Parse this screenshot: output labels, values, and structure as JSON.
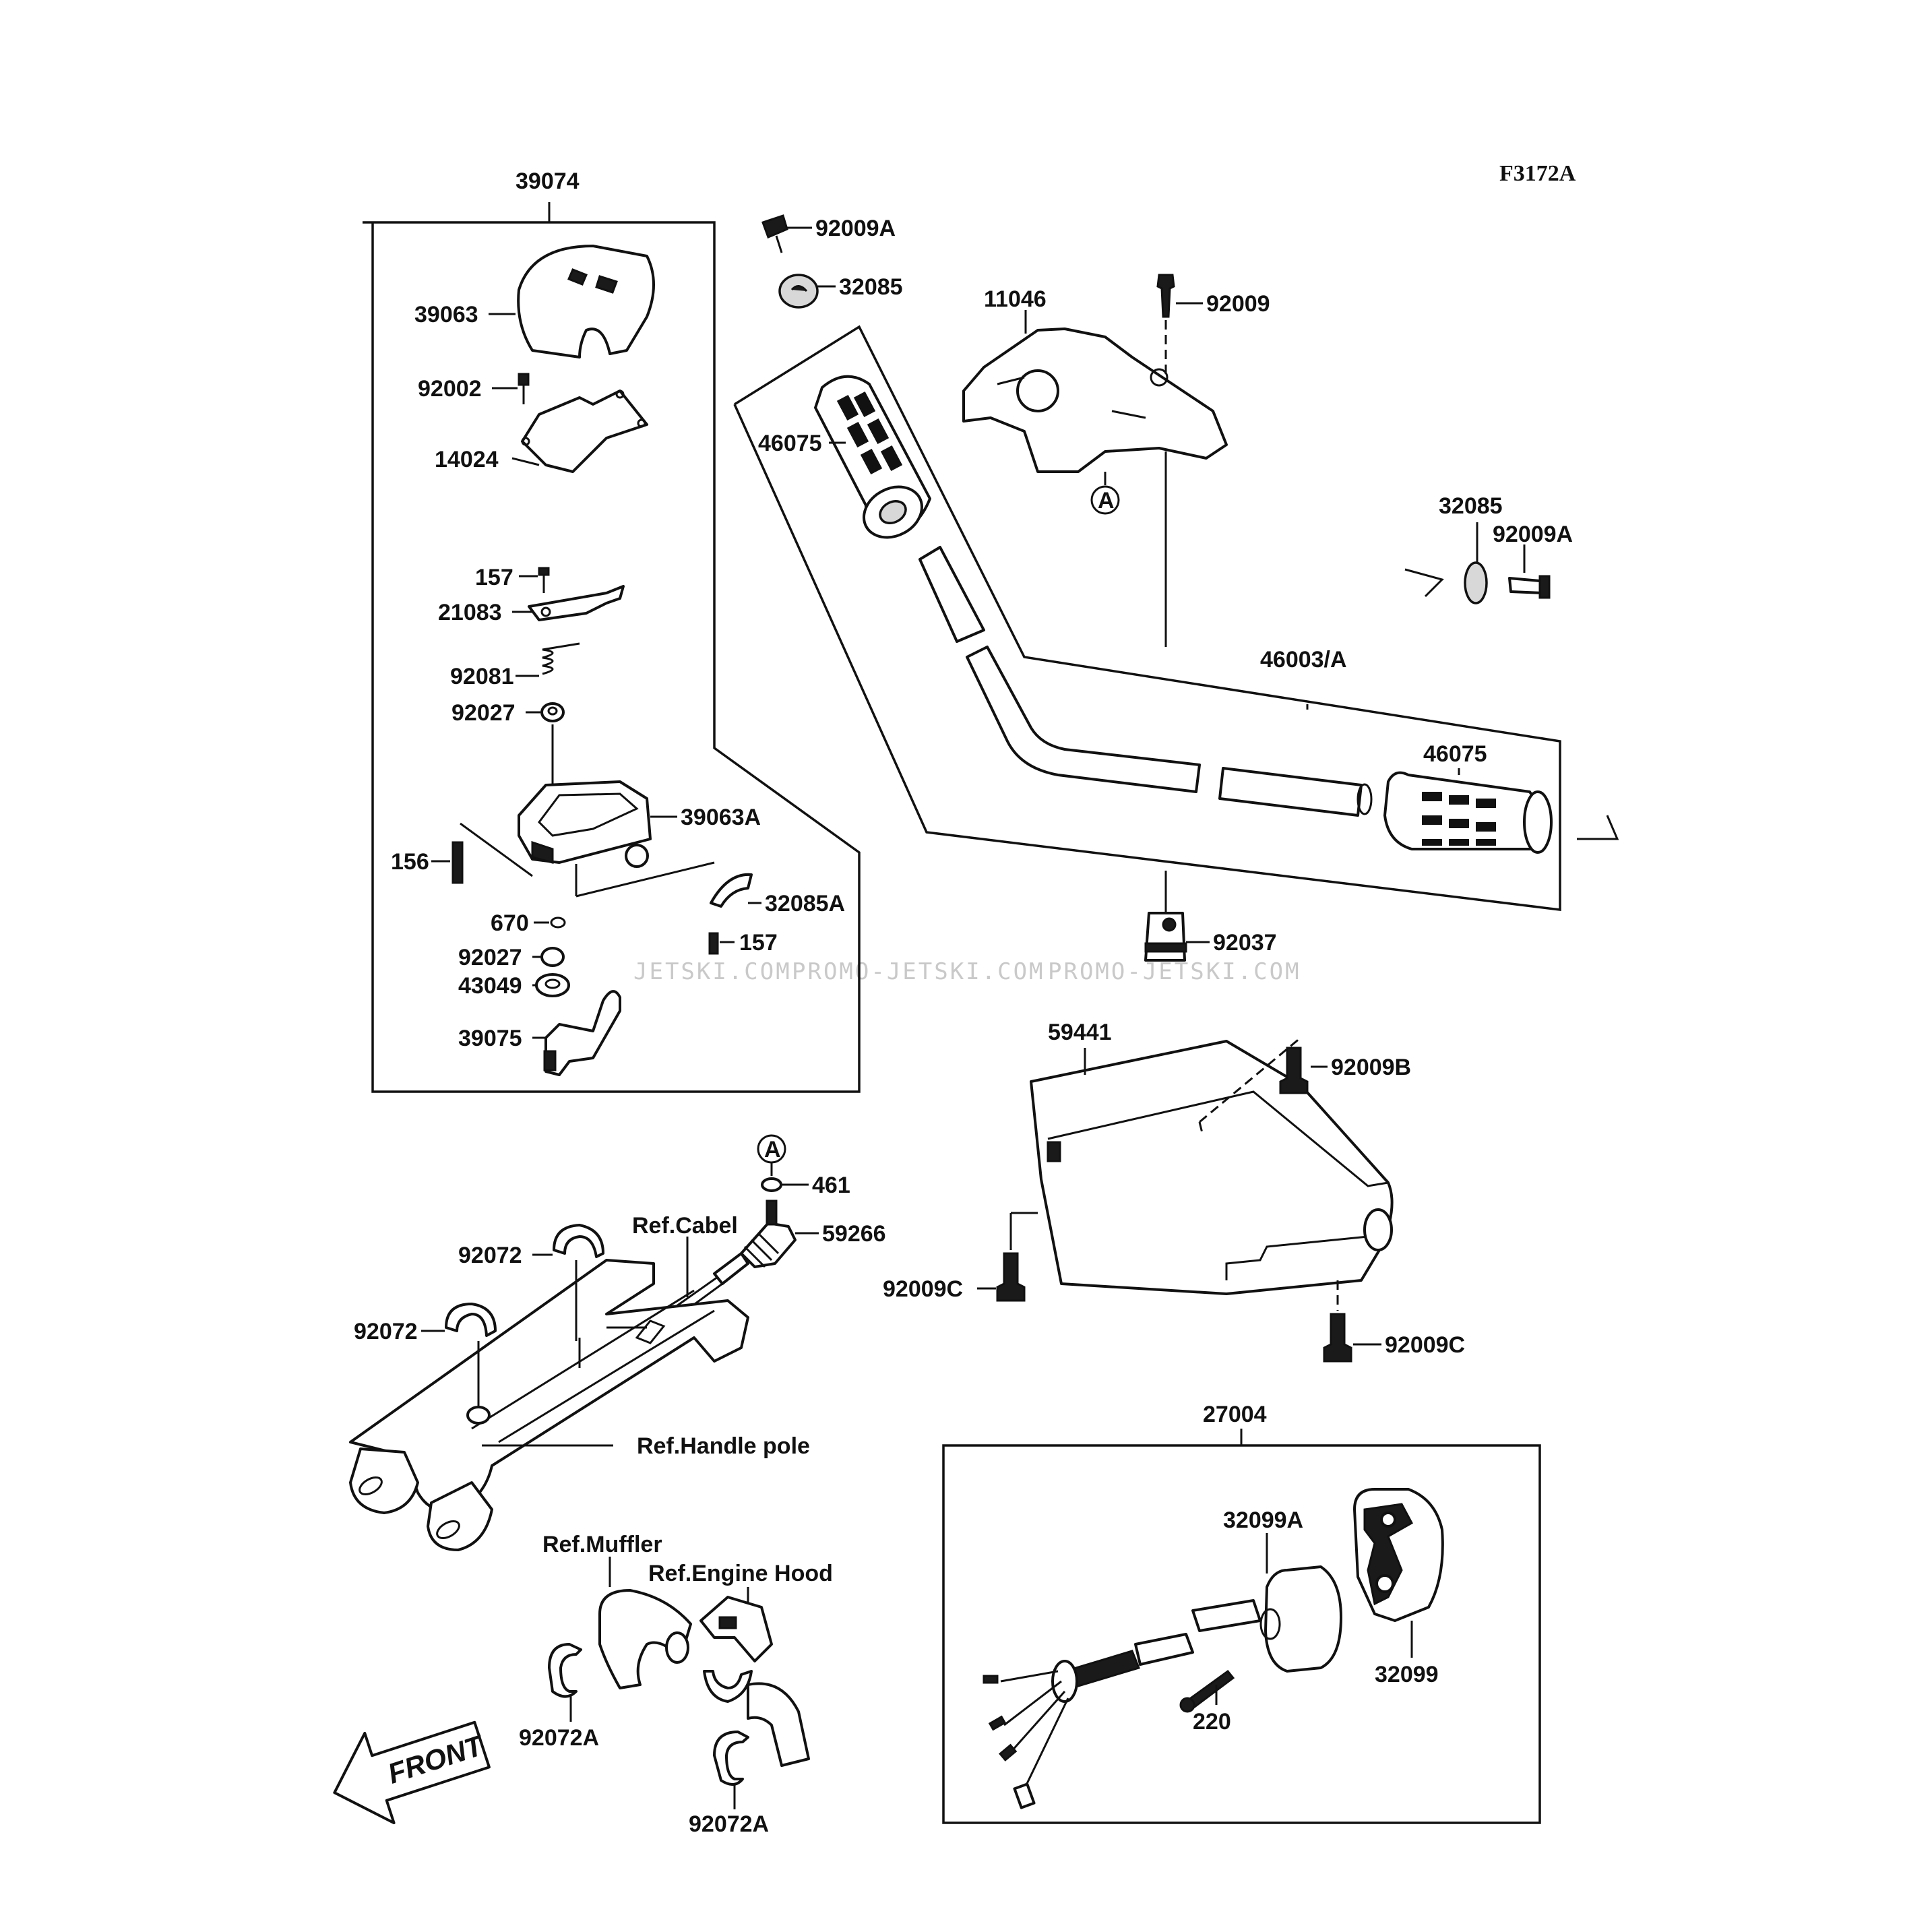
{
  "diagram_code": "F3172A",
  "watermarks": [
    "JETSKI.COM",
    "PROMO-JETSKI.COM",
    "PROMO-JETSKI.COM"
  ],
  "labels": {
    "p39074": "39074",
    "p39063": "39063",
    "p92002": "92002",
    "p14024": "14024",
    "p157a": "157",
    "p21083": "21083",
    "p92081": "92081",
    "p92027a": "92027",
    "p39063A": "39063A",
    "p156": "156",
    "p32085A": "32085A",
    "p670": "670",
    "p157b": "157",
    "p92027b": "92027",
    "p43049": "43049",
    "p39075": "39075",
    "p92009A_top": "92009A",
    "p32085_top": "32085",
    "p11046": "11046",
    "p92009": "92009",
    "p46075_left": "46075",
    "pA_top": "A",
    "p32085_right": "32085",
    "p92009A_right": "92009A",
    "p46003A": "46003/A",
    "p46075_right": "46075",
    "p92037": "92037",
    "p59441": "59441",
    "p92009B": "92009B",
    "p92009C_left": "92009C",
    "p92009C_bottom": "92009C",
    "pA_mid": "A",
    "p461": "461",
    "p59266": "59266",
    "p92072_a": "92072",
    "p92072_b": "92072",
    "p27004": "27004",
    "p32099A": "32099A",
    "p32099": "32099",
    "p220": "220",
    "p92072A_a": "92072A",
    "p92072A_b": "92072A"
  },
  "references": {
    "cable": "Ref.Cabel",
    "handle_pole": "Ref.Handle pole",
    "muffler": "Ref.Muffler",
    "engine_hood": "Ref.Engine Hood"
  },
  "front_arrow": "FRONT"
}
